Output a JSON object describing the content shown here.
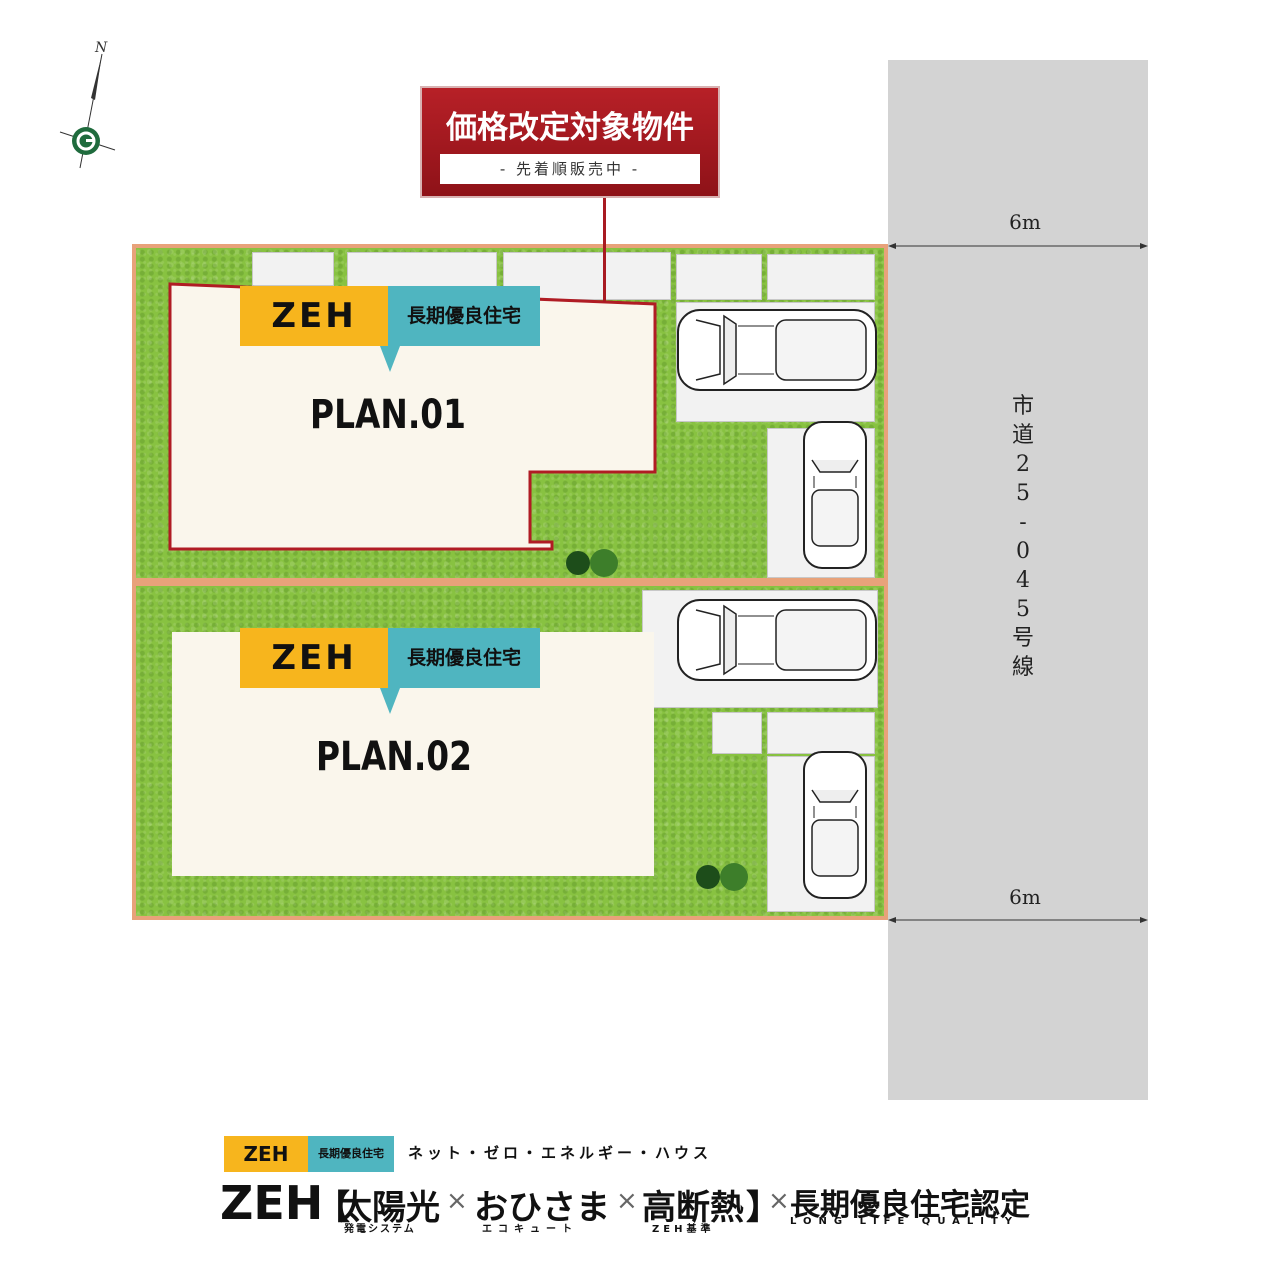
{
  "compass": {
    "north": "N",
    "logo_letter": "G"
  },
  "sign": {
    "title": "価格改定対象物件",
    "subtitle": "- 先着順販売中 -"
  },
  "plans": [
    {
      "label": "PLAN.01",
      "zeh": "ZEH",
      "choki": "長期優良住宅"
    },
    {
      "label": "PLAN.02",
      "zeh": "ZEH",
      "choki": "長期優良住宅"
    }
  ],
  "road": {
    "width_top": "6m",
    "width_bottom": "6m",
    "name_chars": [
      "市",
      "道",
      "2",
      "5",
      "-",
      "0",
      "4",
      "5",
      "号",
      "線"
    ]
  },
  "footer": {
    "badge_zeh": "ZEH",
    "badge_choki": "長期優良住宅",
    "katakana": "ネット・ゼロ・エネルギー・ハウス",
    "zeh_big": "ZEH",
    "bracket_open": "【",
    "item1": "太陽光",
    "item1_sub": "発電システム",
    "times": "×",
    "item2": "おひさま",
    "item2_sub": "エコキュート",
    "item3": "高断熱",
    "item3_sub": "ZEH基準",
    "bracket_close": "】",
    "item4": "長期優良住宅認定",
    "item4_sub": "LONG LIFE QUALITY"
  },
  "colors": {
    "zeh_yellow": "#f7b51d",
    "choki_teal": "#4fb5c0",
    "sign_red": "#a81a22",
    "grass": "#88c241",
    "road": "#d3d3d3",
    "plot_border": "#e8a27a"
  }
}
